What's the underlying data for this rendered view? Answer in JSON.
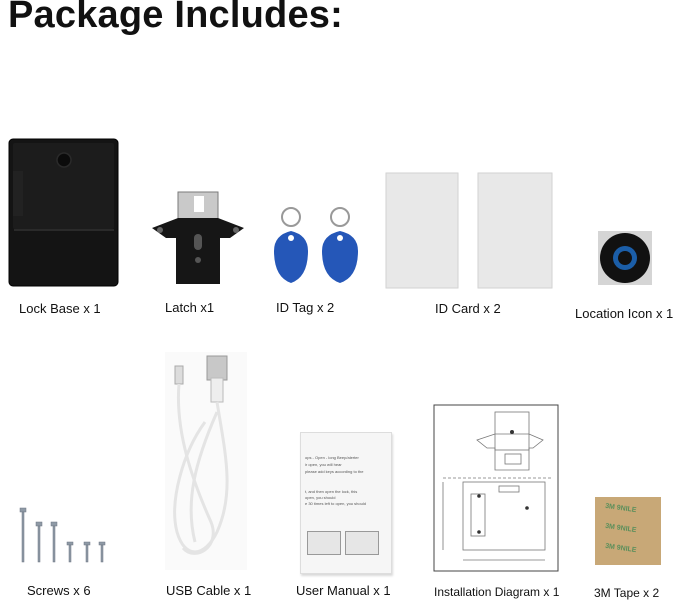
{
  "page": {
    "title": "Package Includes:"
  },
  "items": [
    {
      "label": "Lock Base x 1",
      "icon": "lock-base-icon"
    },
    {
      "label": "Latch x1",
      "icon": "latch-icon"
    },
    {
      "label": "ID Tag x 2",
      "icon": "id-tag-icon"
    },
    {
      "label": "ID Card x 2",
      "icon": "id-card-icon"
    },
    {
      "label": "Location Icon x 1",
      "icon": "location-icon"
    },
    {
      "label": "Screws x 6",
      "icon": "screws-icon"
    },
    {
      "label": "USB Cable x 1",
      "icon": "usb-cable-icon"
    },
    {
      "label": "User Manual x 1",
      "icon": "user-manual-icon"
    },
    {
      "label": "Installation Diagram  x 1",
      "icon": "installation-diagram-icon"
    },
    {
      "label": "3M Tape  x 2",
      "icon": "tape-icon"
    }
  ],
  "manual_snippets": [
    "ops - Open - long Beep/alerter",
    "ir open, you will hear",
    "please add keys according to the",
    "t, and then open the lock, this",
    "open, you should",
    "e 30 times left to open, you should"
  ],
  "tape_text": "3M 9NILE"
}
